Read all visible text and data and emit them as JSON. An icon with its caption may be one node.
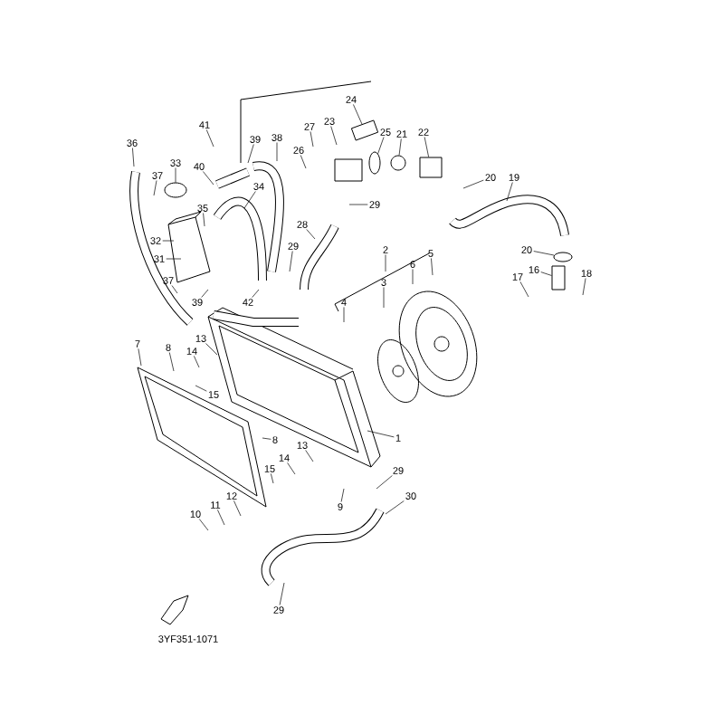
{
  "diagram": {
    "nodes": [
      {
        "text": [
          "24"
        ]
      },
      {
        "text": [
          "41"
        ]
      },
      {
        "text": [
          "27"
        ]
      },
      {
        "text": [
          "23"
        ]
      },
      {
        "text": [
          "25"
        ]
      },
      {
        "text": [
          "21"
        ]
      },
      {
        "text": [
          "22"
        ]
      },
      {
        "text": [
          "39"
        ]
      },
      {
        "text": [
          "38"
        ]
      },
      {
        "text": [
          "36"
        ]
      },
      {
        "text": [
          "26"
        ]
      },
      {
        "text": [
          "33"
        ]
      },
      {
        "text": [
          "40"
        ]
      },
      {
        "text": [
          "37"
        ]
      },
      {
        "text": [
          "20"
        ]
      },
      {
        "text": [
          "19"
        ]
      },
      {
        "text": [
          "34"
        ]
      },
      {
        "text": [
          "29"
        ]
      },
      {
        "text": [
          "35"
        ]
      },
      {
        "text": [
          "28"
        ]
      },
      {
        "text": [
          "32"
        ]
      },
      {
        "text": [
          "29"
        ]
      },
      {
        "text": [
          "20"
        ]
      },
      {
        "text": [
          "2"
        ]
      },
      {
        "text": [
          "5"
        ]
      },
      {
        "text": [
          "31"
        ]
      },
      {
        "text": [
          "6"
        ]
      },
      {
        "text": [
          "16"
        ]
      },
      {
        "text": [
          "18"
        ]
      },
      {
        "text": [
          "17"
        ]
      },
      {
        "text": [
          "37"
        ]
      },
      {
        "text": [
          "3"
        ]
      },
      {
        "text": [
          "42"
        ]
      },
      {
        "text": [
          "39"
        ]
      },
      {
        "text": [
          "4"
        ]
      },
      {
        "text": [
          "13"
        ]
      },
      {
        "text": [
          "7"
        ]
      },
      {
        "text": [
          "8"
        ]
      },
      {
        "text": [
          "14"
        ]
      },
      {
        "text": [
          "15"
        ]
      },
      {
        "text": [
          "1"
        ]
      },
      {
        "text": [
          "8"
        ]
      },
      {
        "text": [
          "13"
        ]
      },
      {
        "text": [
          "14"
        ]
      },
      {
        "text": [
          "15"
        ]
      },
      {
        "text": [
          "29"
        ]
      },
      {
        "text": [
          "12"
        ]
      },
      {
        "text": [
          "30"
        ]
      },
      {
        "text": [
          "11"
        ]
      },
      {
        "text": [
          "9"
        ]
      },
      {
        "text": [
          "10"
        ]
      },
      {
        "text": [
          "29"
        ]
      },
      {
        "text": [],
        "shape": "box"
      },
      {
        "text": [],
        "shape": "ellipse"
      },
      {
        "text": [],
        "shape": "circle"
      },
      {
        "text": [],
        "shape": "box"
      },
      {
        "text": [],
        "shape": "ellipse"
      },
      {
        "text": [],
        "shape": "ellipse"
      },
      {
        "text": [],
        "shape": "box"
      }
    ],
    "edges": [
      {
        "from": 0,
        "to": 52,
        "arrow": "none"
      },
      {
        "from": 1,
        "to": null,
        "arrow": "none"
      },
      {
        "from": 2,
        "to": null,
        "arrow": "none"
      },
      {
        "from": 3,
        "to": null,
        "arrow": "none"
      },
      {
        "from": 4,
        "to": 53,
        "arrow": "none"
      },
      {
        "from": 5,
        "to": 54,
        "arrow": "none"
      },
      {
        "from": 6,
        "to": 55,
        "arrow": "none"
      },
      {
        "from": 7,
        "to": null,
        "arrow": "none"
      },
      {
        "from": 8,
        "to": null,
        "arrow": "none"
      },
      {
        "from": 9,
        "to": null,
        "arrow": "none"
      },
      {
        "from": 10,
        "to": null,
        "arrow": "none"
      },
      {
        "from": 11,
        "to": 56,
        "arrow": "none"
      },
      {
        "from": 12,
        "to": null,
        "arrow": "none"
      },
      {
        "from": 13,
        "to": null,
        "arrow": "none"
      },
      {
        "from": 14,
        "to": null,
        "arrow": "none"
      },
      {
        "from": 15,
        "to": null,
        "arrow": "none"
      },
      {
        "from": 16,
        "to": null,
        "arrow": "none"
      },
      {
        "from": 17,
        "to": null,
        "arrow": "none"
      },
      {
        "from": 18,
        "to": null,
        "arrow": "none"
      },
      {
        "from": 19,
        "to": null,
        "arrow": "none"
      },
      {
        "from": 20,
        "to": null,
        "arrow": "none"
      },
      {
        "from": 21,
        "to": null,
        "arrow": "none"
      },
      {
        "from": 22,
        "to": 57,
        "arrow": "none"
      },
      {
        "from": 23,
        "to": null,
        "arrow": "none"
      },
      {
        "from": 24,
        "to": null,
        "arrow": "none"
      },
      {
        "from": 25,
        "to": null,
        "arrow": "none"
      },
      {
        "from": 26,
        "to": null,
        "arrow": "none"
      },
      {
        "from": 27,
        "to": 58,
        "arrow": "none"
      },
      {
        "from": 28,
        "to": null,
        "arrow": "none"
      },
      {
        "from": 29,
        "to": null,
        "arrow": "none"
      },
      {
        "from": 30,
        "to": null,
        "arrow": "none"
      },
      {
        "from": 31,
        "to": null,
        "arrow": "none"
      },
      {
        "from": 32,
        "to": null,
        "arrow": "none"
      },
      {
        "from": 33,
        "to": null,
        "arrow": "none"
      },
      {
        "from": 34,
        "to": null,
        "arrow": "none"
      },
      {
        "from": 35,
        "to": null,
        "arrow": "none"
      },
      {
        "from": 36,
        "to": null,
        "arrow": "none"
      },
      {
        "from": 37,
        "to": null,
        "arrow": "none"
      },
      {
        "from": 38,
        "to": null,
        "arrow": "none"
      },
      {
        "from": 39,
        "to": null,
        "arrow": "none"
      },
      {
        "from": 40,
        "to": null,
        "arrow": "none"
      },
      {
        "from": 41,
        "to": null,
        "arrow": "none"
      },
      {
        "from": 42,
        "to": null,
        "arrow": "none"
      },
      {
        "from": 43,
        "to": null,
        "arrow": "none"
      },
      {
        "from": 44,
        "to": null,
        "arrow": "none"
      },
      {
        "from": 45,
        "to": null,
        "arrow": "none"
      },
      {
        "from": 46,
        "to": null,
        "arrow": "none"
      },
      {
        "from": 47,
        "to": null,
        "arrow": "none"
      },
      {
        "from": 48,
        "to": null,
        "arrow": "none"
      },
      {
        "from": 49,
        "to": null,
        "arrow": "none"
      },
      {
        "from": 50,
        "to": null,
        "arrow": "none"
      },
      {
        "from": 51,
        "to": null,
        "arrow": "none"
      }
    ],
    "labels": [
      "3YF351-1071"
    ]
  }
}
